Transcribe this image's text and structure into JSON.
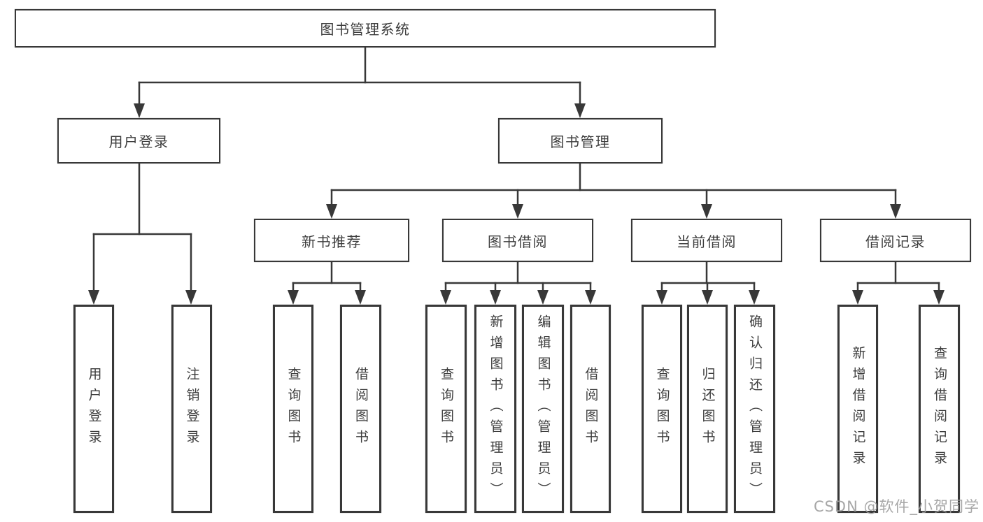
{
  "diagram_title": "图书管理系统",
  "colors": {
    "line": "#383838",
    "box_border": "#383838",
    "box_fill": "#ffffff",
    "text": "#3d3d3d",
    "watermark": "#9e9e9e",
    "background": "#ffffff"
  },
  "tree": {
    "root": {
      "label": "图书管理系统",
      "children": [
        {
          "label": "用户登录",
          "children": [
            {
              "label": "用户登录"
            },
            {
              "label": "注销登录"
            }
          ]
        },
        {
          "label": "图书管理",
          "children": [
            {
              "label": "新书推荐",
              "children": [
                {
                  "label": "查询图书"
                },
                {
                  "label": "借阅图书"
                }
              ]
            },
            {
              "label": "图书借阅",
              "children": [
                {
                  "label": "查询图书"
                },
                {
                  "label": "新增图书（管理员）"
                },
                {
                  "label": "编辑图书（管理员）"
                },
                {
                  "label": "借阅图书"
                }
              ]
            },
            {
              "label": "当前借阅",
              "children": [
                {
                  "label": "查询图书"
                },
                {
                  "label": "归还图书"
                },
                {
                  "label": "确认归还（管理员）"
                }
              ]
            },
            {
              "label": "借阅记录",
              "children": [
                {
                  "label": "新增借阅记录"
                },
                {
                  "label": "查询借阅记录"
                }
              ]
            }
          ]
        }
      ]
    }
  },
  "watermark": "CSDN @软件_小贺同学"
}
